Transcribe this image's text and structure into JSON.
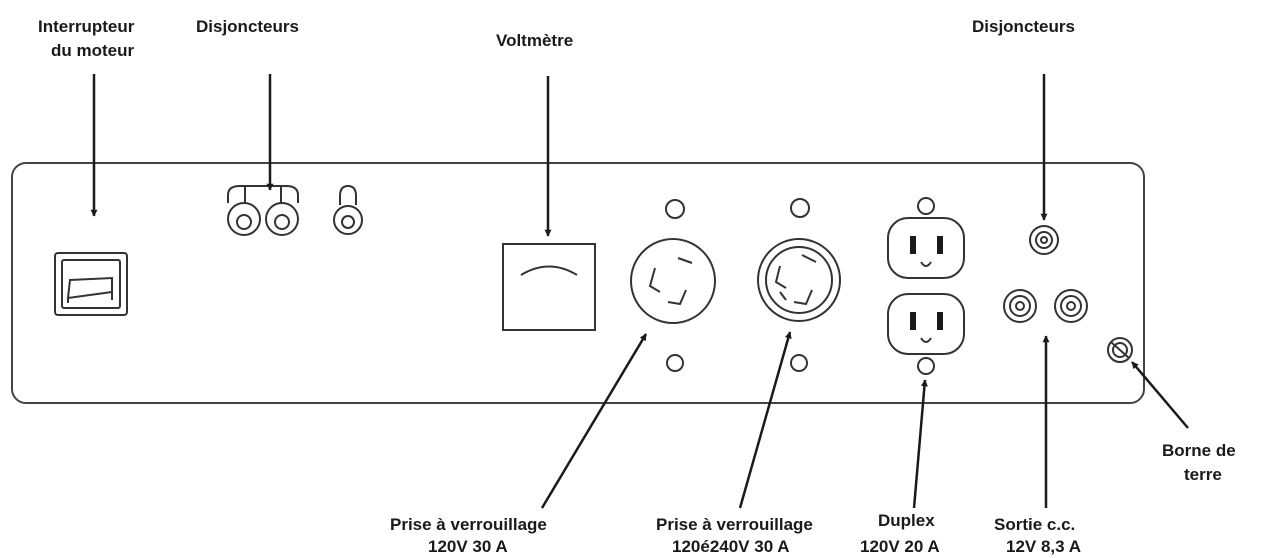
{
  "labels": {
    "engine_switch_l1": "Interrupteur",
    "engine_switch_l2": "du moteur",
    "breakers_left": "Disjoncteurs",
    "voltmeter": "Voltmètre",
    "breakers_right": "Disjoncteurs",
    "ground_l1": "Borne de",
    "ground_l2": "terre",
    "lock1_l1": "Prise à verrouillage",
    "lock1_l2": "120V 30 A",
    "lock2_l1": "Prise à verrouillage",
    "lock2_l2": "120é240V 30 A",
    "duplex_l1": "Duplex",
    "duplex_l2": "120V 20 A",
    "dc_l1": "Sortie c.c.",
    "dc_l2": "12V 8,3 A"
  }
}
